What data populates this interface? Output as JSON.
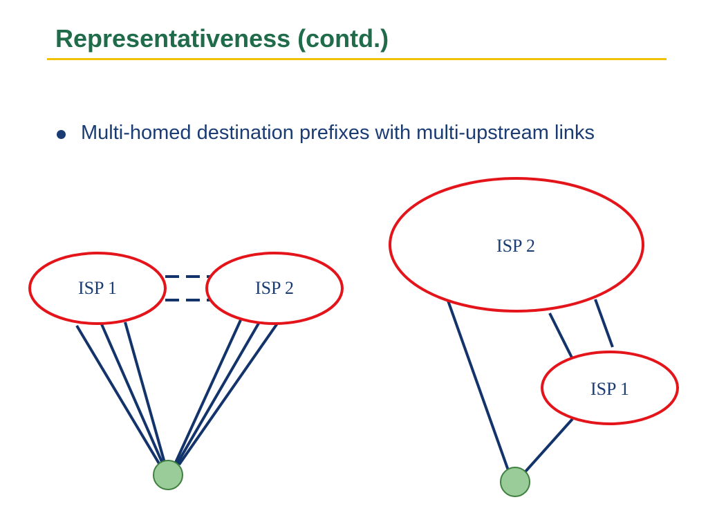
{
  "slide": {
    "title": "Representativeness (contd.)",
    "bullet": "Multi-homed destination prefixes with multi-upstream links"
  },
  "diagrams": {
    "left": {
      "isp_a_label": "ISP 1",
      "isp_b_label": "ISP 2"
    },
    "right": {
      "upper_isp_label": "ISP 2",
      "lower_isp_label": "ISP 1"
    }
  },
  "colors": {
    "title": "#1f6b4a",
    "rule": "#f2c100",
    "text": "#1a3b73",
    "isp_outline": "#e4141b",
    "link": "#13336b",
    "destination_fill": "#99cc99",
    "destination_outline": "#3f7f3f"
  }
}
